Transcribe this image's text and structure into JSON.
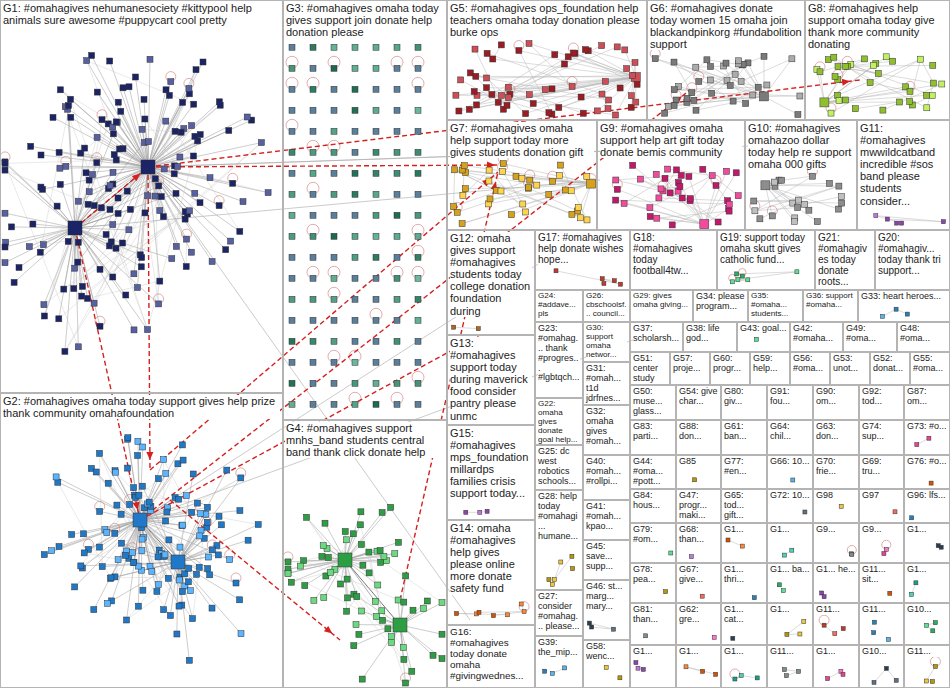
{
  "diagram": {
    "nodes": [
      {
        "text": [
          "G1: #omahagives nehumanesociety #kittypool help animals sure awesome #puppycart cool pretty"
        ]
      },
      {
        "text": [
          "G3: #omahagives omaha today gives support join donate help donation please"
        ]
      },
      {
        "text": [
          "G5: #omahagives ops_foundation help teachers omaha today donation please burke ops"
        ]
      },
      {
        "text": [
          "G6: #omahagives donate today women 15 omaha join blackandpinkorg #fundabolition support"
        ]
      },
      {
        "text": [
          "G8: #omahagives help support omaha today give thank more community donating"
        ]
      },
      {
        "text": [
          "G7: #omahagives omaha help support today more gives students donation gift"
        ]
      },
      {
        "text": [
          "G9: #omahagives omaha support help art gift today donate bemis community"
        ]
      },
      {
        "text": [
          "G10: #omahagives omahazoo dollar today help re support omaha 000 gifts"
        ]
      },
      {
        "text": [
          "G11: #omahagives mwwildcatband incredible #sos band please students consider..."
        ]
      },
      {
        "text": [
          "G12: omaha gives support #omahagives students today college donation foundation during"
        ]
      },
      {
        "text": [
          "G17: #omahagives help donate wishes hope..."
        ]
      },
      {
        "text": [
          "G18: #omahagives today football4tw..."
        ]
      },
      {
        "text": [
          "G19: support today omaha skutt gives catholic fund..."
        ]
      },
      {
        "text": [
          "G21: #omahagives today donate roots..."
        ]
      },
      {
        "text": [
          "G20: #omahagiv... today thank tri support..."
        ]
      },
      {
        "text": [
          "G24: #addave... pls"
        ]
      },
      {
        "text": [
          "G26: cbschoolsf... council..."
        ]
      },
      {
        "text": [
          "G29: gives omaha giving..."
        ]
      },
      {
        "text": [
          "G34: please program..."
        ]
      },
      {
        "text": [
          "G35: #omaha... students..."
        ]
      },
      {
        "text": [
          "G36: support #omaha..."
        ]
      },
      {
        "text": [
          "G33: heart heroes..."
        ]
      },
      {
        "text": [
          "G13: #omahagives support today during maverick food consider pantry please unmc"
        ]
      },
      {
        "text": [
          "G15: #omahagives mps_foundation millardps families crisis support today..."
        ]
      },
      {
        "text": [
          "G14: omaha #omahagives help gives please online more donate safety fund"
        ]
      },
      {
        "text": [
          "G16: #omahagives today donate omaha #givingwednes..."
        ]
      },
      {
        "text": [
          "G23: #omahag... thank #progres... #lgbtqch..."
        ]
      },
      {
        "text": [
          "G22: omaha gives donate goal help..."
        ]
      },
      {
        "text": [
          "G25: dc west robotics schools..."
        ]
      },
      {
        "text": [
          "G28: help today #omahagi... humane..."
        ]
      },
      {
        "text": [
          "G27: consider #omahag... please..."
        ]
      },
      {
        "text": [
          "G39: the_mip..."
        ]
      },
      {
        "text": [
          "G30: support omaha networ..."
        ]
      },
      {
        "text": [
          "G31: #omah... t1d jdrfnes..."
        ]
      },
      {
        "text": [
          "G32: omaha gives #omah..."
        ]
      },
      {
        "text": [
          "G40: #omah... #rollpi..."
        ]
      },
      {
        "text": [
          "G41: #omah... kpao..."
        ]
      },
      {
        "text": [
          "G45: save... supp..."
        ]
      },
      {
        "text": [
          "G46: st... marg... mary..."
        ]
      },
      {
        "text": [
          "G58: wenc..."
        ]
      },
      {
        "text": [
          "G37: scholarsh..."
        ]
      },
      {
        "text": [
          "G38: life god..."
        ]
      },
      {
        "text": [
          "G43: goal..."
        ]
      },
      {
        "text": [
          "G42: #omaha..."
        ]
      },
      {
        "text": [
          "G49: #oma..."
        ]
      },
      {
        "text": [
          "G48: #oma..."
        ]
      },
      {
        "text": [
          "G51: center study"
        ]
      },
      {
        "text": [
          "G57: proje..."
        ]
      },
      {
        "text": [
          "G60: progr..."
        ]
      },
      {
        "text": [
          "G59: help..."
        ]
      },
      {
        "text": [
          "G56: #oma..."
        ]
      },
      {
        "text": [
          "G53: unot..."
        ]
      },
      {
        "text": [
          "G52: donat..."
        ]
      },
      {
        "text": [
          "G55: #oma..."
        ]
      },
      {
        "text": [
          "G50: muse... glass..."
        ]
      },
      {
        "text": [
          "G54: give char..."
        ]
      },
      {
        "text": [
          "G80: giv..."
        ]
      },
      {
        "text": [
          "G91: fou..."
        ]
      },
      {
        "text": [
          "G90: om..."
        ]
      },
      {
        "text": [
          "G92: tod..."
        ]
      },
      {
        "text": [
          "G87: om..."
        ]
      },
      {
        "text": [
          "G83: parti..."
        ]
      },
      {
        "text": [
          "G88: don..."
        ]
      },
      {
        "text": [
          "G61: ban..."
        ]
      },
      {
        "text": [
          "G64: chil..."
        ]
      },
      {
        "text": [
          "G63: don..."
        ]
      },
      {
        "text": [
          "G74: sup..."
        ]
      },
      {
        "text": [
          "G73: #o..."
        ]
      },
      {
        "text": [
          "G44: #oma... #pott..."
        ]
      },
      {
        "text": [
          "G85"
        ]
      },
      {
        "text": [
          "G77: #en..."
        ]
      },
      {
        "text": [
          "G66: 10..."
        ]
      },
      {
        "text": [
          "G70: frie..."
        ]
      },
      {
        "text": [
          "G69: tru..."
        ]
      },
      {
        "text": [
          "G76: #o..."
        ]
      },
      {
        "text": [
          "G84: hous..."
        ]
      },
      {
        "text": [
          "G47: progr... maki..."
        ]
      },
      {
        "text": [
          "G65: tod... gift..."
        ]
      },
      {
        "text": [
          "G72: 10..."
        ]
      },
      {
        "text": [
          "G98"
        ]
      },
      {
        "text": [
          "G97"
        ]
      },
      {
        "text": [
          "G96: lfs..."
        ]
      },
      {
        "text": [
          "G79: #om..."
        ]
      },
      {
        "text": [
          "G68: than..."
        ]
      },
      {
        "text": [
          "G1..."
        ]
      },
      {
        "text": [
          "G1..."
        ]
      },
      {
        "text": [
          "G9..."
        ]
      },
      {
        "text": [
          "G9..."
        ]
      },
      {
        "text": [
          "G1..."
        ]
      },
      {
        "text": [
          "G78: pea..."
        ]
      },
      {
        "text": [
          "G67: give..."
        ]
      },
      {
        "text": [
          "G1... thri..."
        ]
      },
      {
        "text": [
          "G1... ba..."
        ]
      },
      {
        "text": [
          "G1... he..."
        ]
      },
      {
        "text": [
          "G11... sit..."
        ]
      },
      {
        "text": [
          "G1..."
        ]
      },
      {
        "text": [
          "G81: than..."
        ]
      },
      {
        "text": [
          "G62: gre..."
        ]
      },
      {
        "text": [
          "G1... cat..."
        ]
      },
      {
        "text": [
          "G1..."
        ]
      },
      {
        "text": [
          "G11..."
        ]
      },
      {
        "text": [
          "G11..."
        ]
      },
      {
        "text": [
          "G10..."
        ]
      },
      {
        "text": [
          "G1..."
        ]
      },
      {
        "text": [
          "G1..."
        ]
      },
      {
        "text": [
          "G1..."
        ]
      },
      {
        "text": [
          "G11..."
        ]
      },
      {
        "text": [
          "G1..."
        ]
      },
      {
        "text": [
          "G10..."
        ]
      },
      {
        "text": [
          "G11..."
        ]
      },
      {
        "text": [
          "G2: #omahagives omaha today support gives help prize thank community omahafoundation"
        ]
      },
      {
        "text": [
          "G4: #omahagives support mnhs_band students central band thank click donate help"
        ]
      }
    ]
  }
}
